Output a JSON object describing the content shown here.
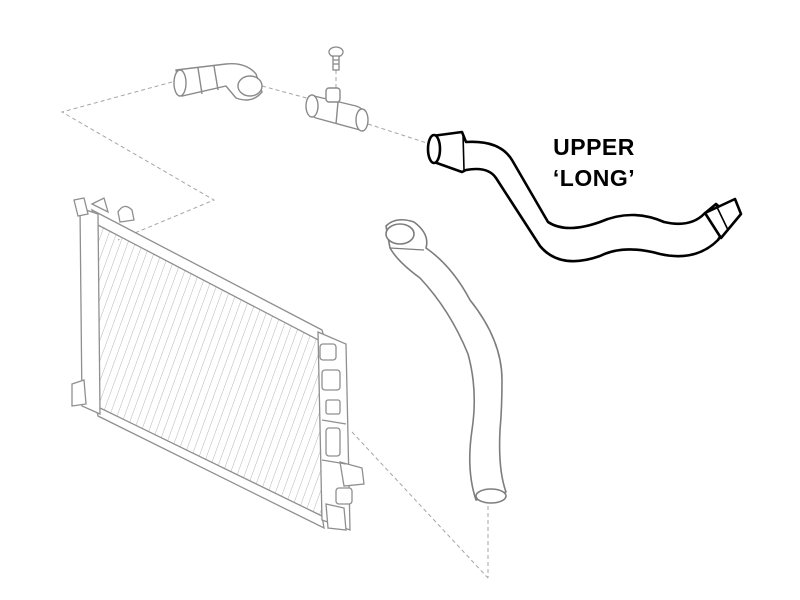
{
  "diagram": {
    "callout": {
      "line1": "UPPER",
      "line2": "‘LONG’"
    },
    "parts": [
      {
        "name": "radiator",
        "icon": "radiator-icon"
      },
      {
        "name": "short-upper-hose",
        "icon": "hose-elbow-icon"
      },
      {
        "name": "hose-connector-with-bleed-screw",
        "icon": "t-connector-icon"
      },
      {
        "name": "upper-long-hose",
        "icon": "hose-icon",
        "highlighted": true
      },
      {
        "name": "lower-hose",
        "icon": "hose-icon"
      }
    ],
    "colors": {
      "line": "#9a9a9a",
      "highlight": "#000000",
      "background": "#ffffff"
    }
  }
}
